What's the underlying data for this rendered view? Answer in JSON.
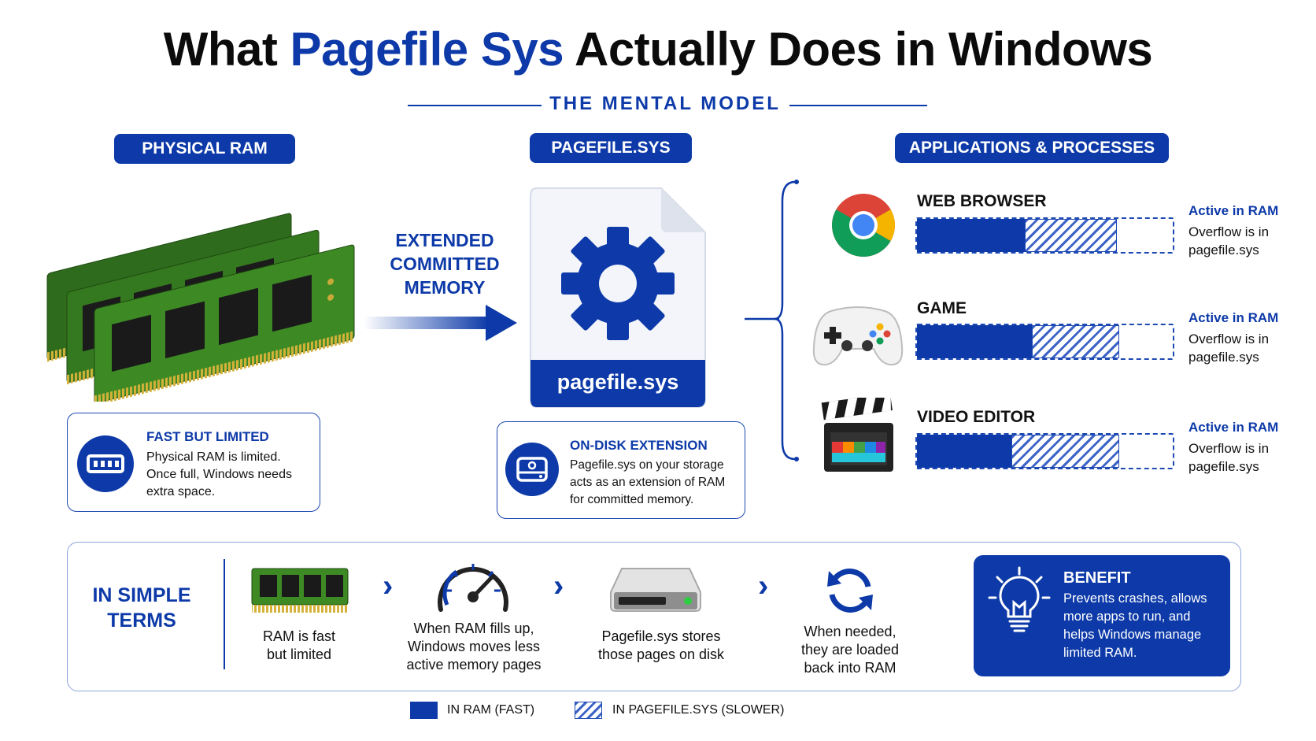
{
  "title": {
    "part1": "What ",
    "accent": "Pagefile Sys",
    "part2": " Actually Does in Windows"
  },
  "subtitle": "THE MENTAL MODEL",
  "columns": {
    "ram": "PHYSICAL RAM",
    "pagefile": "PAGEFILE.SYS",
    "apps": "APPLICATIONS & PROCESSES"
  },
  "arrow_label": [
    "EXTENDED",
    "COMMITTED",
    "MEMORY"
  ],
  "file_label": "pagefile.sys",
  "ram_box": {
    "title": "FAST BUT LIMITED",
    "lines": [
      "Physical RAM is limited.",
      "Once full, Windows needs",
      "extra space."
    ]
  },
  "disk_box": {
    "title": "ON-DISK EXTENSION",
    "lines": [
      "Pagefile.sys on your storage",
      "acts as an extension of RAM",
      "for committed memory."
    ]
  },
  "apps": [
    {
      "name": "WEB BROWSER",
      "icon": "chrome-icon",
      "active": "Active in RAM",
      "overflow": [
        "Overflow is in",
        "pagefile.sys"
      ],
      "ram_fraction": 0.42,
      "pagefile_fraction": 0.36
    },
    {
      "name": "GAME",
      "icon": "gamepad-icon",
      "active": "Active in RAM",
      "overflow": [
        "Overflow is in",
        "pagefile.sys"
      ],
      "ram_fraction": 0.45,
      "pagefile_fraction": 0.34
    },
    {
      "name": "VIDEO EDITOR",
      "icon": "clapperboard-icon",
      "active": "Active in RAM",
      "overflow": [
        "Overflow is in",
        "pagefile.sys"
      ],
      "ram_fraction": 0.37,
      "pagefile_fraction": 0.42
    }
  ],
  "simple_terms": {
    "heading": [
      "IN SIMPLE",
      "TERMS"
    ],
    "steps": [
      {
        "icon": "ram-stick-icon",
        "lines": [
          "RAM is fast",
          "but limited"
        ]
      },
      {
        "icon": "gauge-icon",
        "lines": [
          "When RAM fills up,",
          "Windows moves less",
          "active memory pages"
        ]
      },
      {
        "icon": "hard-drive-icon",
        "lines": [
          "Pagefile.sys stores",
          "those pages on disk"
        ]
      },
      {
        "icon": "refresh-icon",
        "lines": [
          "When needed,",
          "they are loaded",
          "back into RAM"
        ]
      }
    ],
    "benefit": {
      "title": "BENEFIT",
      "lines": [
        "Prevents crashes, allows",
        "more apps to run, and",
        "helps Windows manage",
        "limited RAM."
      ]
    }
  },
  "legend": {
    "ram": "IN RAM (FAST)",
    "pagefile": "IN PAGEFILE.SYS (SLOWER)"
  },
  "colors": {
    "brand_blue": "#0d3aa8",
    "ram_green": "#2f7d1f"
  }
}
